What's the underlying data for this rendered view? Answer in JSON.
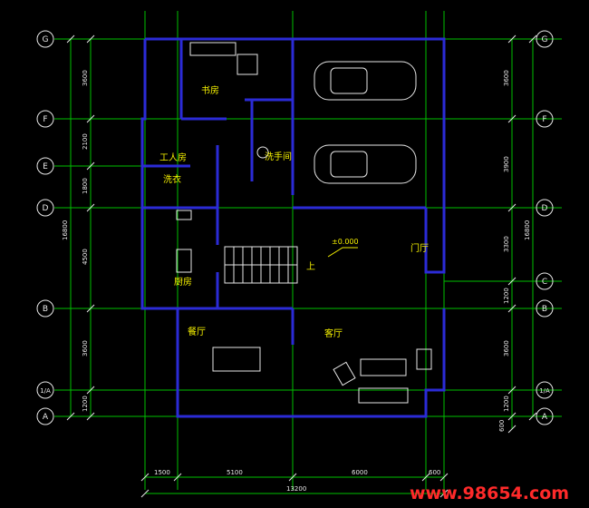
{
  "rooms": {
    "study": "书房",
    "servant": "工人房",
    "laundry": "洗衣",
    "toilet": "洗手间",
    "kitchen": "厨房",
    "foyer": "门厅",
    "dining": "餐厅",
    "living": "客厅",
    "up": "上",
    "level": "±0.000"
  },
  "axes": {
    "left": [
      "G",
      "F",
      "E",
      "D",
      "B",
      "1/A",
      "A"
    ],
    "right": [
      "G",
      "F",
      "D",
      "C",
      "B",
      "1/A",
      "A"
    ]
  },
  "dims": {
    "left": [
      "3600",
      "2100",
      "1800",
      "4500",
      "3600",
      "1200"
    ],
    "left_total": "16800",
    "right": [
      "3600",
      "3900",
      "3300",
      "1200",
      "3600",
      "1200",
      "600"
    ],
    "right_total": "16800",
    "bottom": [
      "1500",
      "5100",
      "6000",
      "600"
    ],
    "bottom_total": "13200"
  },
  "watermark": "www.98654.com",
  "colors": {
    "wall": "#2b2bd6",
    "grid": "#00c000",
    "furniture": "#e6e6e6",
    "text": "#f5f000",
    "watermark": "#ff2a2a"
  }
}
